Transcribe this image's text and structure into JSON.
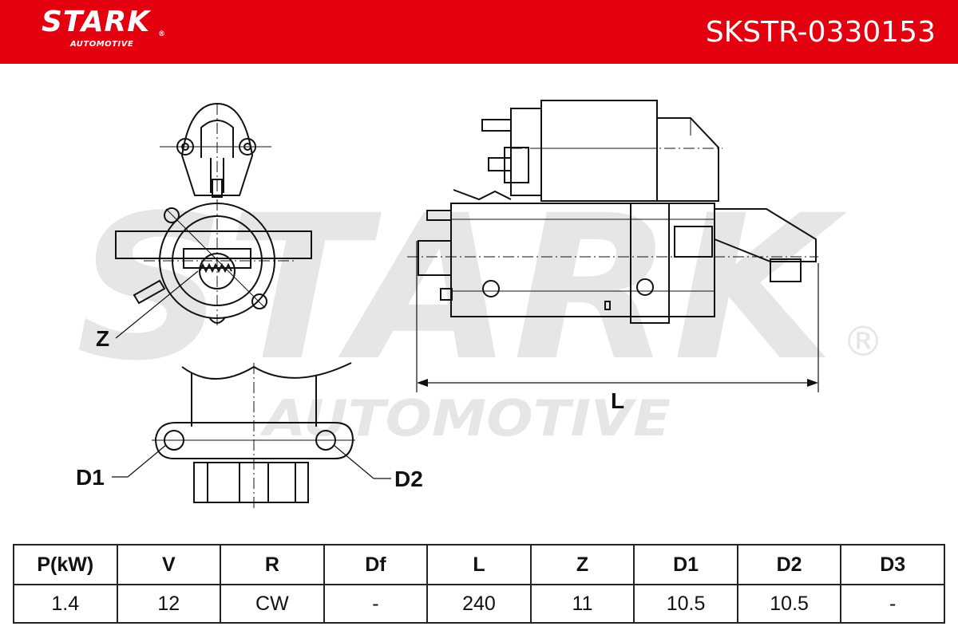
{
  "header": {
    "brand": "STARK",
    "brand_sub": "AUTOMOTIVE",
    "registered": "®",
    "part_number": "SKSTR-0330153",
    "color": "#e3000f"
  },
  "watermark": {
    "brand": "STARK",
    "sub": "AUTOMOTIVE",
    "registered": "®",
    "color": "#e6e6e6"
  },
  "drawing": {
    "labels": {
      "z": "Z",
      "l": "L",
      "d1": "D1",
      "d2": "D2"
    }
  },
  "specs": {
    "headers": [
      "P(kW)",
      "V",
      "R",
      "Df",
      "L",
      "Z",
      "D1",
      "D2",
      "D3"
    ],
    "values": [
      "1.4",
      "12",
      "CW",
      "-",
      "240",
      "11",
      "10.5",
      "10.5",
      "-"
    ]
  }
}
